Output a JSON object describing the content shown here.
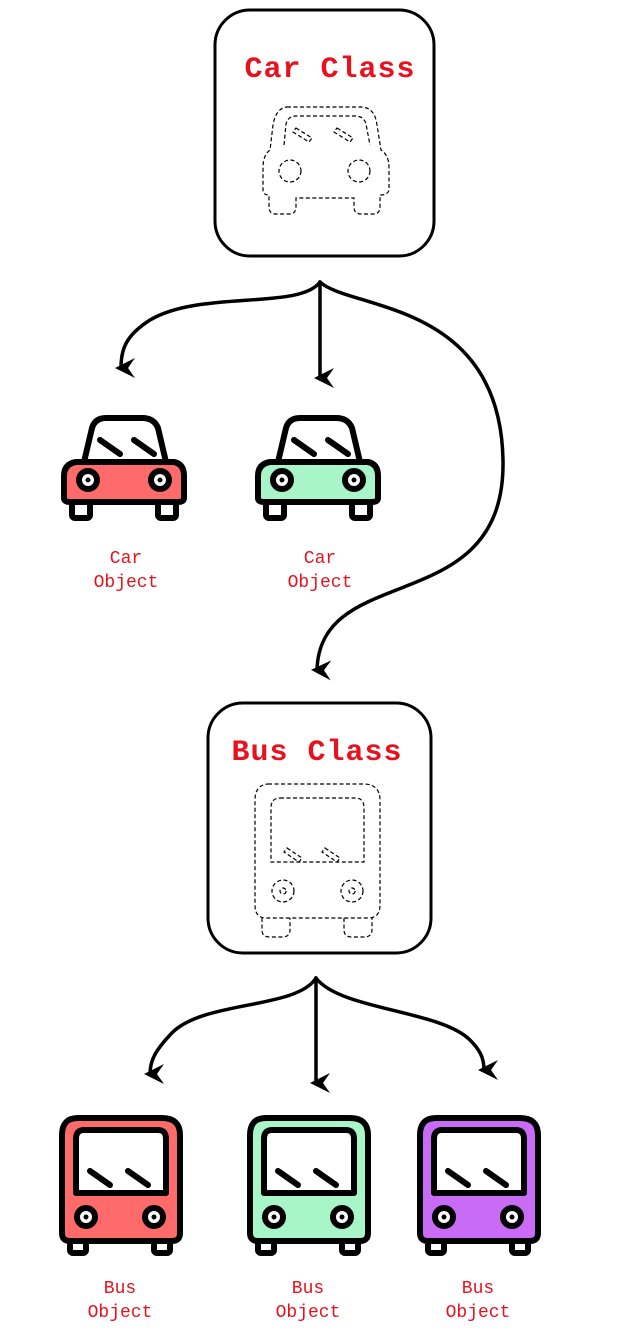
{
  "colors": {
    "text_red": "#e8121e",
    "car_red": "#ff6b6b",
    "car_green": "#a8f5c8",
    "bus_red": "#ff6b6b",
    "bus_green": "#a8f5c8",
    "bus_purple": "#c86bf5"
  },
  "car_class": {
    "title": "Car Class",
    "icon": "car-outline-icon"
  },
  "bus_class": {
    "title": "Bus Class",
    "icon": "bus-outline-icon"
  },
  "car_objects": [
    {
      "label_line1": "Car",
      "label_line2": "Object",
      "icon": "car-icon",
      "color": "#ff6b6b"
    },
    {
      "label_line1": "Car",
      "label_line2": "Object",
      "icon": "car-icon",
      "color": "#a8f5c8"
    }
  ],
  "bus_objects": [
    {
      "label_line1": "Bus",
      "label_line2": "Object",
      "icon": "bus-icon",
      "color": "#ff6b6b"
    },
    {
      "label_line1": "Bus",
      "label_line2": "Object",
      "icon": "bus-icon",
      "color": "#a8f5c8"
    },
    {
      "label_line1": "Bus",
      "label_line2": "Object",
      "icon": "bus-icon",
      "color": "#c86bf5"
    }
  ]
}
